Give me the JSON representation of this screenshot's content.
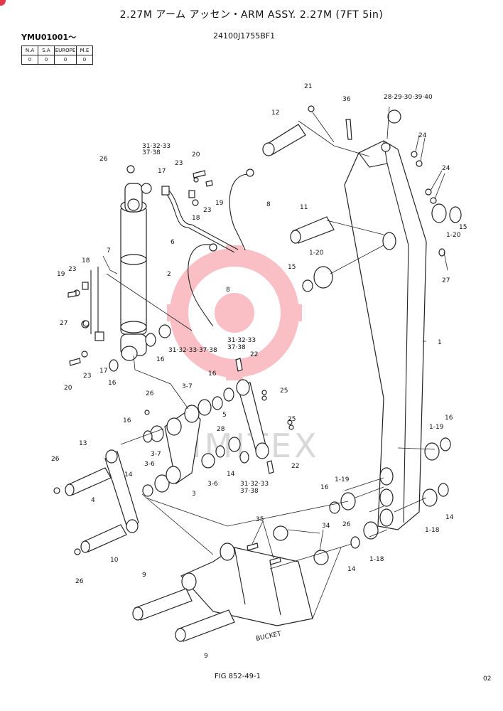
{
  "header": {
    "title": "2.27M アーム アッセン・ARM ASSY. 2.27M (7FT 5in)",
    "serial": "YMU01001～",
    "part_number": "24100J1755BF1"
  },
  "region_table": {
    "headers": [
      "N.A",
      "S.A",
      "EUROPE",
      "M.E"
    ],
    "values": [
      "0",
      "0",
      "0",
      "0"
    ]
  },
  "watermark": "IMITEX",
  "callouts": [
    {
      "label": "21"
    },
    {
      "label": "36"
    },
    {
      "label": "28·29·30·39·40"
    },
    {
      "label": "12"
    },
    {
      "label": "24"
    },
    {
      "label": "24"
    },
    {
      "label": "26"
    },
    {
      "label": "31·32·33"
    },
    {
      "label": "37·38"
    },
    {
      "label": "20"
    },
    {
      "label": "17"
    },
    {
      "label": "23"
    },
    {
      "label": "19"
    },
    {
      "label": "23"
    },
    {
      "label": "18"
    },
    {
      "label": "8"
    },
    {
      "label": "11"
    },
    {
      "label": "15"
    },
    {
      "label": "1-20"
    },
    {
      "label": "6"
    },
    {
      "label": "1-20"
    },
    {
      "label": "7"
    },
    {
      "label": "18"
    },
    {
      "label": "19"
    },
    {
      "label": "23"
    },
    {
      "label": "2"
    },
    {
      "label": "15"
    },
    {
      "label": "27"
    },
    {
      "label": "8"
    },
    {
      "label": "27"
    },
    {
      "label": "31·32·33·37·38"
    },
    {
      "label": "16"
    },
    {
      "label": "31·32·33"
    },
    {
      "label": "37·38"
    },
    {
      "label": "22"
    },
    {
      "label": "1"
    },
    {
      "label": "17"
    },
    {
      "label": "23"
    },
    {
      "label": "16"
    },
    {
      "label": "20"
    },
    {
      "label": "3-7"
    },
    {
      "label": "16"
    },
    {
      "label": "26"
    },
    {
      "label": "25"
    },
    {
      "label": "5"
    },
    {
      "label": "25"
    },
    {
      "label": "16"
    },
    {
      "label": "16"
    },
    {
      "label": "28"
    },
    {
      "label": "1-19"
    },
    {
      "label": "13"
    },
    {
      "label": "3-7"
    },
    {
      "label": "3-6"
    },
    {
      "label": "14"
    },
    {
      "label": "22"
    },
    {
      "label": "26"
    },
    {
      "label": "3-6"
    },
    {
      "label": "31·32·33"
    },
    {
      "label": "37·38"
    },
    {
      "label": "14"
    },
    {
      "label": "3"
    },
    {
      "label": "1-19"
    },
    {
      "label": "16"
    },
    {
      "label": "4"
    },
    {
      "label": "14"
    },
    {
      "label": "26"
    },
    {
      "label": "1-18"
    },
    {
      "label": "35"
    },
    {
      "label": "34"
    },
    {
      "label": "10"
    },
    {
      "label": "14"
    },
    {
      "label": "1-18"
    },
    {
      "label": "26"
    },
    {
      "label": "9"
    },
    {
      "label": "9"
    },
    {
      "label": "BUCKET"
    }
  ],
  "footer": {
    "figure": "FIG 852-49-1",
    "page": "02"
  }
}
